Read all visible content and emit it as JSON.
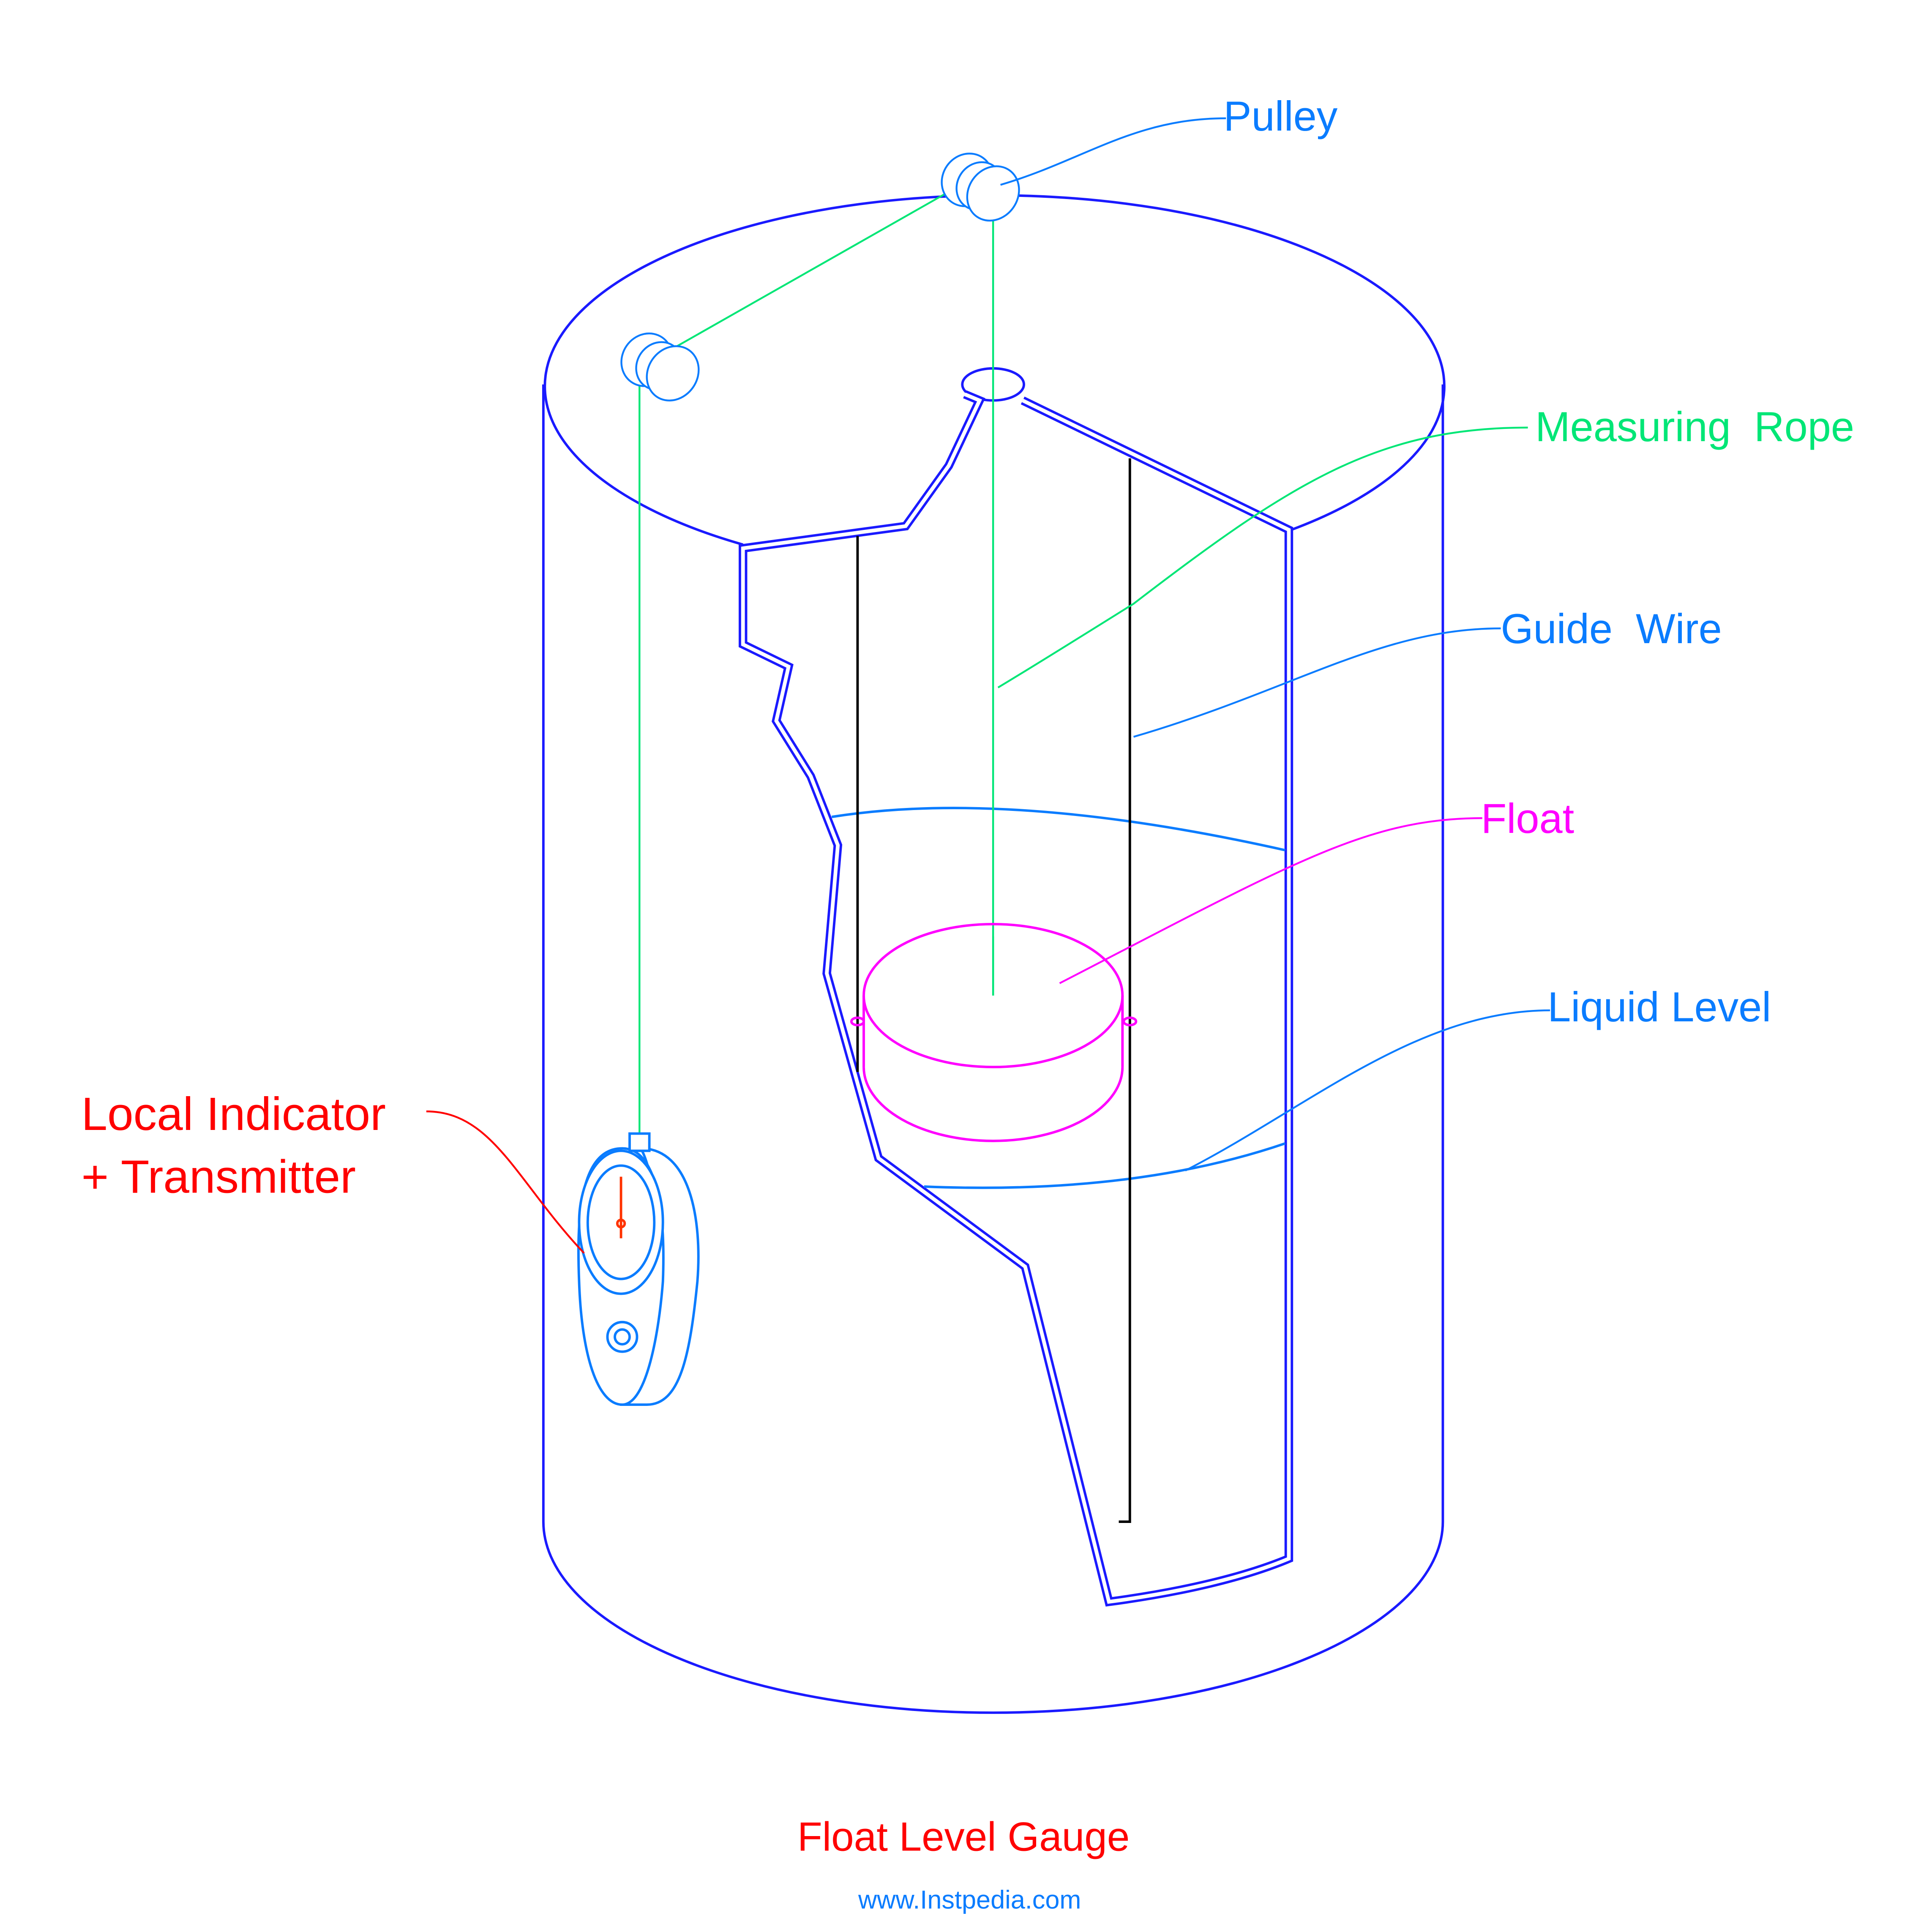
{
  "title": "Float Level Gauge",
  "website": "www.Instpedia.com",
  "labels": {
    "pulley": "Pulley",
    "measuring_rope": "Measuring  Rope",
    "guide_wire": "Guide  Wire",
    "float": "Float",
    "liquid_level": "Liquid Level",
    "indicator_line1": "Local Indicator",
    "indicator_line2": "+ Transmitter"
  },
  "colors": {
    "tank": "#1a1aff",
    "label_blue": "#0a7cff",
    "rope": "#00e676",
    "float": "#ff00ff",
    "red": "#ff0000",
    "guide_wire": "#000000"
  }
}
